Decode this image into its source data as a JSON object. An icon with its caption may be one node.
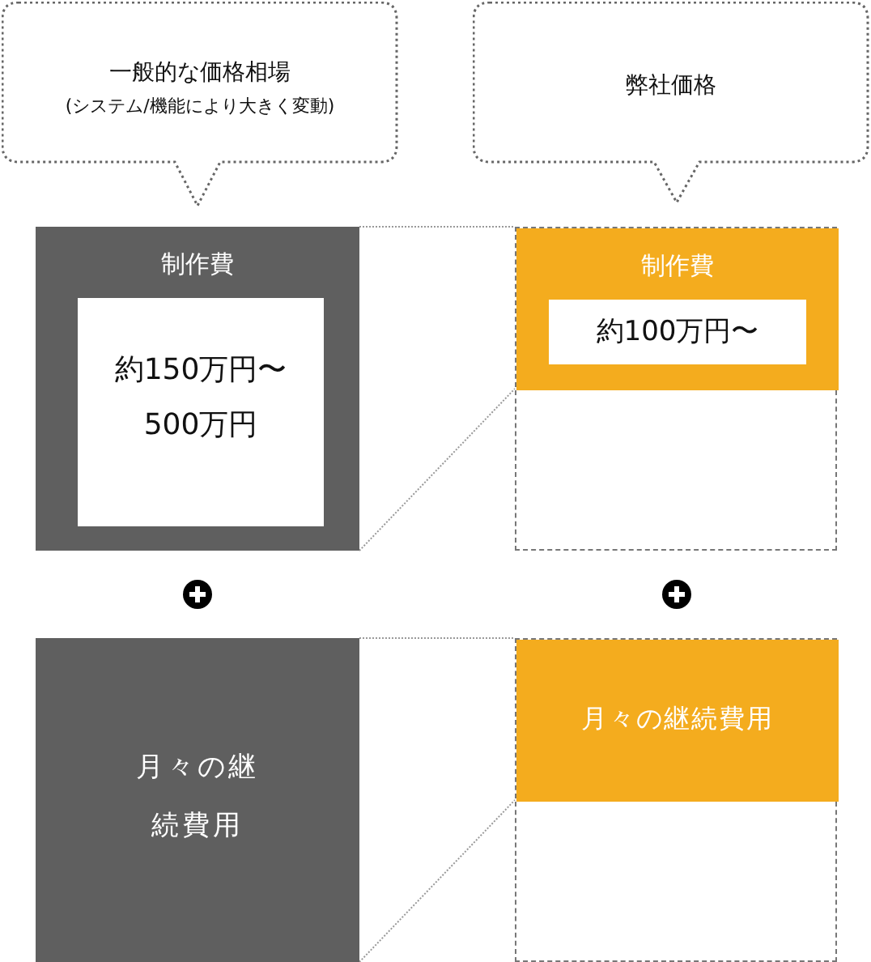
{
  "diagram": {
    "nodes": [
      {
        "text": [
          "一般的な価格相場",
          "(システム/機能により大きく変動)"
        ]
      },
      {
        "text": [
          "弊社価格"
        ]
      },
      {
        "text": [
          "制作費"
        ]
      },
      {
        "text": [
          "約150万円〜500万円"
        ],
        "in": 2
      },
      {
        "text": [],
        "shape": "box"
      },
      {
        "text": [
          "制作費"
        ],
        "in": 4
      },
      {
        "text": [
          "約100万円〜"
        ],
        "in": 5
      },
      {
        "text": [
          "月々の継続費用"
        ]
      },
      {
        "text": [],
        "shape": "box"
      },
      {
        "text": [
          "月々の継続費用"
        ],
        "in": 8
      }
    ],
    "edges": [
      {
        "from": 2,
        "to": 4,
        "arrow": "none",
        "style": "dashed"
      },
      {
        "from": 2,
        "to": 5,
        "arrow": "none",
        "style": "dashed"
      },
      {
        "from": 7,
        "to": 8,
        "arrow": "none",
        "style": "dashed"
      },
      {
        "from": 7,
        "to": 9,
        "arrow": "none",
        "style": "dashed"
      }
    ]
  }
}
